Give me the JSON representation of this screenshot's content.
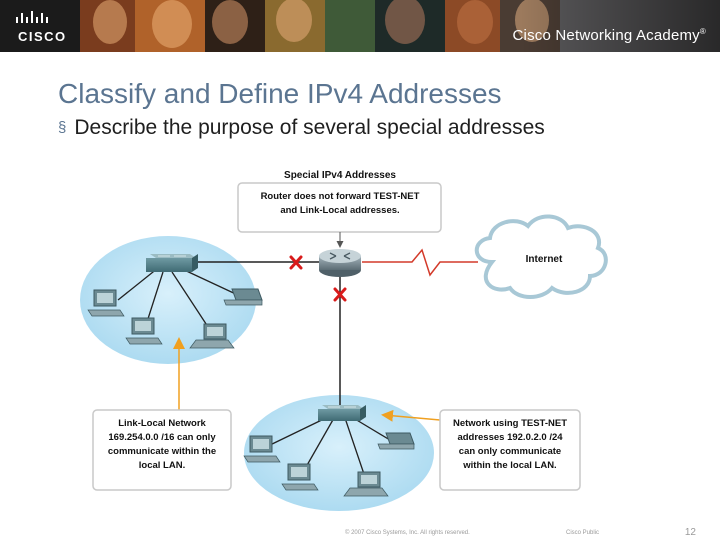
{
  "banner": {
    "logo_text": "CISCO",
    "academy_text": "Cisco Networking Academy",
    "academy_mark": "®"
  },
  "slide": {
    "title": "Classify and Define IPv4 Addresses",
    "bullet": "Describe the purpose of several special addresses"
  },
  "diagram": {
    "heading": "Special IPv4 Addresses",
    "router_note": [
      "Router does not forward TEST-NET",
      "and Link-Local addresses."
    ],
    "internet_label": "Internet",
    "link_local_note": [
      "Link-Local Network",
      "169.254.0.0 /16 can only",
      "communicate within the",
      "local LAN."
    ],
    "test_net_note": [
      "Network using TEST-NET",
      "addresses 192.0.2.0 /24",
      "can only communicate",
      "within the local LAN."
    ]
  },
  "colors": {
    "title": "#5b7591",
    "lan_fill": "#bfe4f6",
    "cloud_stroke": "#a8c8d6",
    "arrow": "#f0a020",
    "block_mark": "#d81b1b",
    "link_red": "#d33a2a"
  },
  "footer": {
    "copyright": "© 2007 Cisco Systems, Inc. All rights reserved.",
    "classification": "Cisco Public",
    "page_number": "12"
  }
}
